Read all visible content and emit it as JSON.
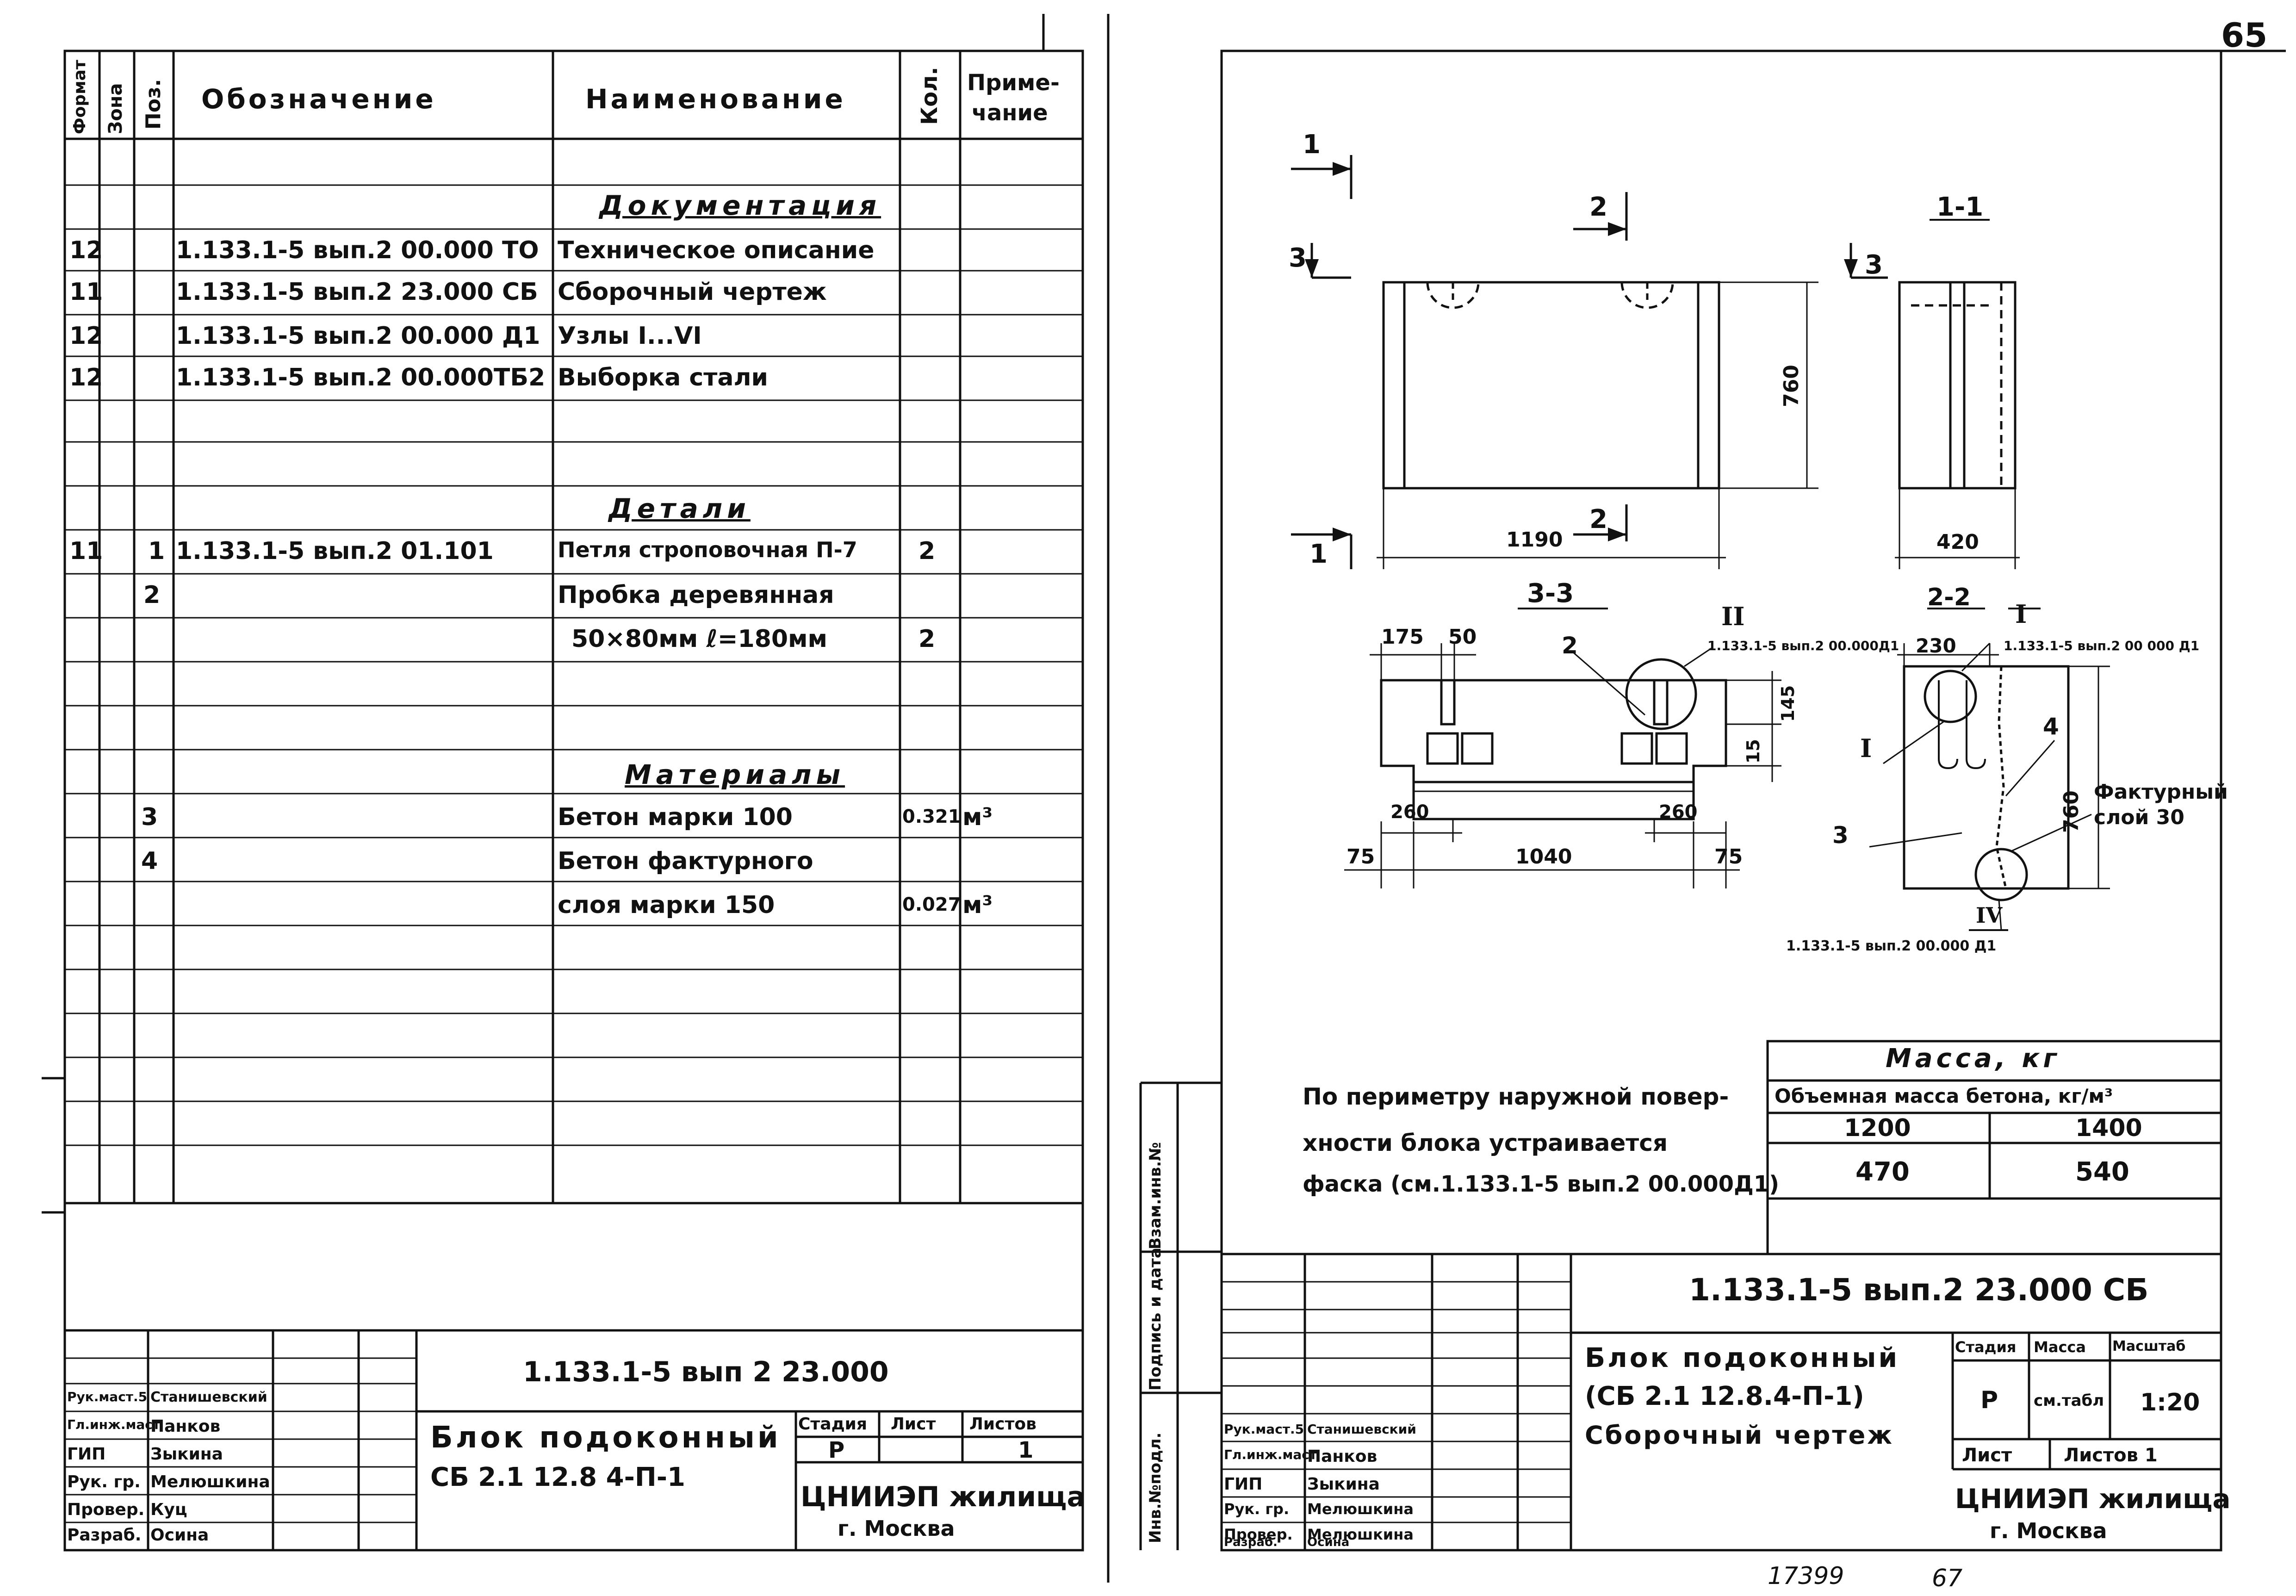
{
  "corner_number": "65",
  "bottom_numbers": {
    "archive": "17399",
    "page": "67"
  },
  "spec": {
    "headers": {
      "format": "Формат",
      "zone": "Зона",
      "pos": "Поз.",
      "designation": "Обозначение",
      "name": "Наименование",
      "qty": "Кол.",
      "note_1": "Приме-",
      "note_2": "чание"
    },
    "section_docs": "Документация",
    "section_parts": "Детали",
    "section_materials": "Материалы",
    "rows": [
      {
        "format": "12",
        "pos": "",
        "designation": "1.133.1-5 вып.2 00.000 ТО",
        "name": "Техническое описание",
        "qty": "",
        "note": ""
      },
      {
        "format": "11",
        "pos": "",
        "designation": "1.133.1-5 вып.2 23.000 СБ",
        "name": "Сборочный чертеж",
        "qty": "",
        "note": ""
      },
      {
        "format": "12",
        "pos": "",
        "designation": "1.133.1-5 вып.2 00.000 Д1",
        "name": "Узлы I...VI",
        "qty": "",
        "note": ""
      },
      {
        "format": "12",
        "pos": "",
        "designation": "1.133.1-5 вып.2 00.000ТБ2",
        "name": "Выборка стали",
        "qty": "",
        "note": ""
      },
      {
        "format": "11",
        "pos": "1",
        "designation": "1.133.1-5 вып.2 01.101",
        "name": "Петля строповочная П-7",
        "qty": "2",
        "note": ""
      },
      {
        "format": "",
        "pos": "2",
        "designation": "",
        "name": "Пробка деревянная",
        "qty": "",
        "note": ""
      },
      {
        "format": "",
        "pos": "",
        "designation": "",
        "name": "50×80мм ℓ=180мм",
        "qty": "2",
        "note": ""
      },
      {
        "format": "",
        "pos": "3",
        "designation": "",
        "name": "Бетон марки 100",
        "qty": "0.321",
        "note": "м³"
      },
      {
        "format": "",
        "pos": "4",
        "designation": "",
        "name": "Бетон фактурного",
        "qty": "",
        "note": ""
      },
      {
        "format": "",
        "pos": "",
        "designation": "",
        "name": "слоя марки 150",
        "qty": "0.027",
        "note": "м³"
      }
    ]
  },
  "stamp_left": {
    "code": "1.133.1-5 вып 2 23.000",
    "title_1": "Блок подоконный",
    "title_2": "СБ 2.1 12.8 4-П-1",
    "stage_h": "Стадия",
    "sheet_h": "Лист",
    "sheets_h": "Листов",
    "stage": "Р",
    "sheets": "1",
    "org_1": "ЦНИИЭП жилища",
    "org_2": "г. Москва",
    "people": [
      {
        "role": "Рук.маст.5",
        "name": "Станишевский"
      },
      {
        "role": "Гл.инж.маст",
        "name": "Панков"
      },
      {
        "role": "ГИП",
        "name": "Зыкина"
      },
      {
        "role": "Рук. гр.",
        "name": "Мелюшкина"
      },
      {
        "role": "Провер.",
        "name": "Куц"
      },
      {
        "role": "Разраб.",
        "name": "Осина"
      }
    ]
  },
  "stamp_right": {
    "code": "1.133.1-5 вып.2 23.000 СБ",
    "title_1": "Блок подоконный",
    "title_2": "(СБ 2.1 12.8.4-П-1)",
    "title_3": "Сборочный чертеж",
    "stage_h": "Стадия",
    "mass_h": "Масса",
    "scale_h": "Масштаб",
    "stage": "Р",
    "mass": "см.табл",
    "scale": "1:20",
    "sheet_h": "Лист",
    "sheets_h": "Листов 1",
    "org_1": "ЦНИИЭП жилища",
    "org_2": "г. Москва",
    "people": [
      {
        "role": "Рук.маст.5",
        "name": "Станишевский"
      },
      {
        "role": "Гл.инж.маст",
        "name": "Панков"
      },
      {
        "role": "ГИП",
        "name": "Зыкина"
      },
      {
        "role": "Рук. гр.",
        "name": "Мелюшкина"
      },
      {
        "role": "Провер.",
        "name": "Мелюшкина"
      },
      {
        "role": "Разраб.",
        "name": "Осина"
      }
    ],
    "side_labels": [
      "Инв.№подл.",
      "Подпись и дата",
      "Взам.инв.№"
    ]
  },
  "mass_table": {
    "title": "Масса, кг",
    "subtitle": "Объемная масса бетона, кг/м³",
    "cols": [
      "1200",
      "1400"
    ],
    "vals": [
      "470",
      "540"
    ]
  },
  "note_lines": [
    "По периметру наружной повер-",
    "хности блока устраивается",
    "фаска (см.1.133.1-5 вып.2 00.000Д1)"
  ],
  "drawing": {
    "sec11": "1-1",
    "sec22": "2-2",
    "sec33": "3-3",
    "cut1": "1",
    "cut2": "2",
    "cut3": "3",
    "dims": {
      "w": "1190",
      "h": "760",
      "d": "420",
      "d175": "175",
      "d50": "50",
      "d145": "145",
      "d15": "15",
      "d260a": "260",
      "d260b": "260",
      "d75a": "75",
      "d75b": "75",
      "d1040": "1040",
      "d230": "230",
      "d760b": "760"
    },
    "leaders": {
      "n2": "2",
      "n3": "3",
      "n4": "4",
      "nI": "I",
      "nII": "II",
      "nI2": "I",
      "nIV": "IV"
    },
    "refs": {
      "refII": "1.133.1-5 вып.2 00.000Д1",
      "refI": "1.133.1-5 вып.2 00 000 Д1",
      "refIV": "1.133.1-5 вып.2 00.000 Д1"
    },
    "layer_1": "Фактурный",
    "layer_2": "слой 30"
  }
}
